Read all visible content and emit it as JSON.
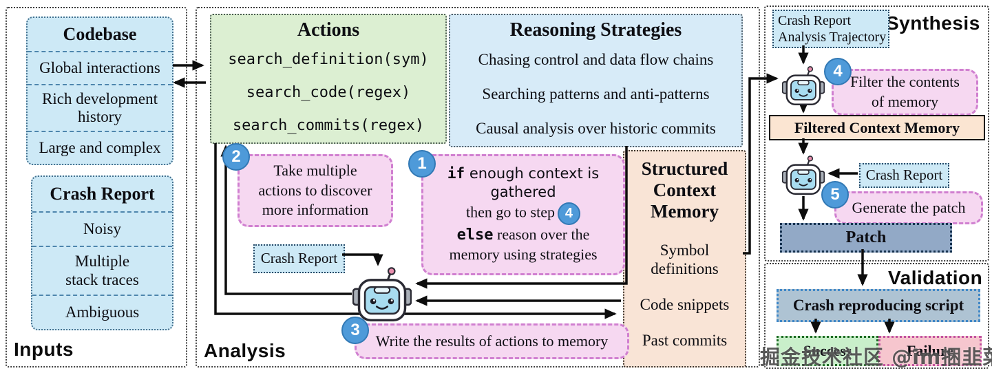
{
  "panels": {
    "inputs": {
      "label": "Inputs",
      "codebase": {
        "title": "Codebase",
        "items": [
          "Global interactions",
          "Rich development\nhistory",
          "Large and complex"
        ]
      },
      "crash_report": {
        "title": "Crash Report",
        "items": [
          "Noisy",
          "Multiple\nstack traces",
          "Ambiguous"
        ]
      }
    },
    "analysis": {
      "label": "Analysis",
      "actions": {
        "title": "Actions",
        "items": [
          "search_definition(sym)",
          "search_code(regex)",
          "search_commits(regex)"
        ]
      },
      "reasoning": {
        "title": "Reasoning Strategies",
        "items": [
          "Chasing control and data flow chains",
          "Searching patterns and anti-patterns",
          "Causal analysis over historic commits"
        ]
      },
      "memory": {
        "title": "Structured\nContext\nMemory",
        "items": [
          "Symbol\ndefinitions",
          "Code snippets",
          "Past commits"
        ]
      },
      "crash_report_label": "Crash Report",
      "steps": {
        "step1": {
          "badge": "1",
          "if_kw": "if",
          "if_rest": "enough context is\ngathered",
          "then_text": "then go to step",
          "then_badge": "4",
          "else_kw": "else",
          "else_rest": "reason over the\nmemory using strategies"
        },
        "step2": {
          "badge": "2",
          "text": "Take multiple\nactions to discover\nmore information"
        },
        "step3": {
          "badge": "3",
          "text": "Write the results of actions to memory"
        }
      }
    },
    "synthesis": {
      "label": "Synthesis",
      "trajectory_label": "Crash Report\nAnalysis Trajectory",
      "step4": {
        "badge": "4",
        "text": "Filter the contents\nof memory"
      },
      "filtered_memory_label": "Filtered Context Memory",
      "crash_report_label": "Crash Report",
      "step5": {
        "badge": "5",
        "text": "Generate the patch"
      },
      "patch_label": "Patch"
    },
    "validation": {
      "label": "Validation",
      "script_label": "Crash reproducing script",
      "success_label": "Success",
      "failure_label": "Failure"
    }
  },
  "watermark": {
    "text": "掘金技术社区 @im捆韭菜"
  },
  "colors": {
    "light_blue_box": "#cde9f6",
    "green_actions_box": "#dcefd2",
    "blue_reasoning_box": "#d7ebf8",
    "peach_memory_box": "#f9e4d6",
    "pink_step_box": "#f6d8f1",
    "pink_dash_border": "#d07fd0",
    "badge_blue": "#4e9ad9",
    "patch_slate": "#92a9c6",
    "filtered_memory_peach": "#fbe5d2",
    "script_bluegray": "#aec3d3",
    "success_green": "#c9efca",
    "failure_pink": "#f6c6ce"
  }
}
